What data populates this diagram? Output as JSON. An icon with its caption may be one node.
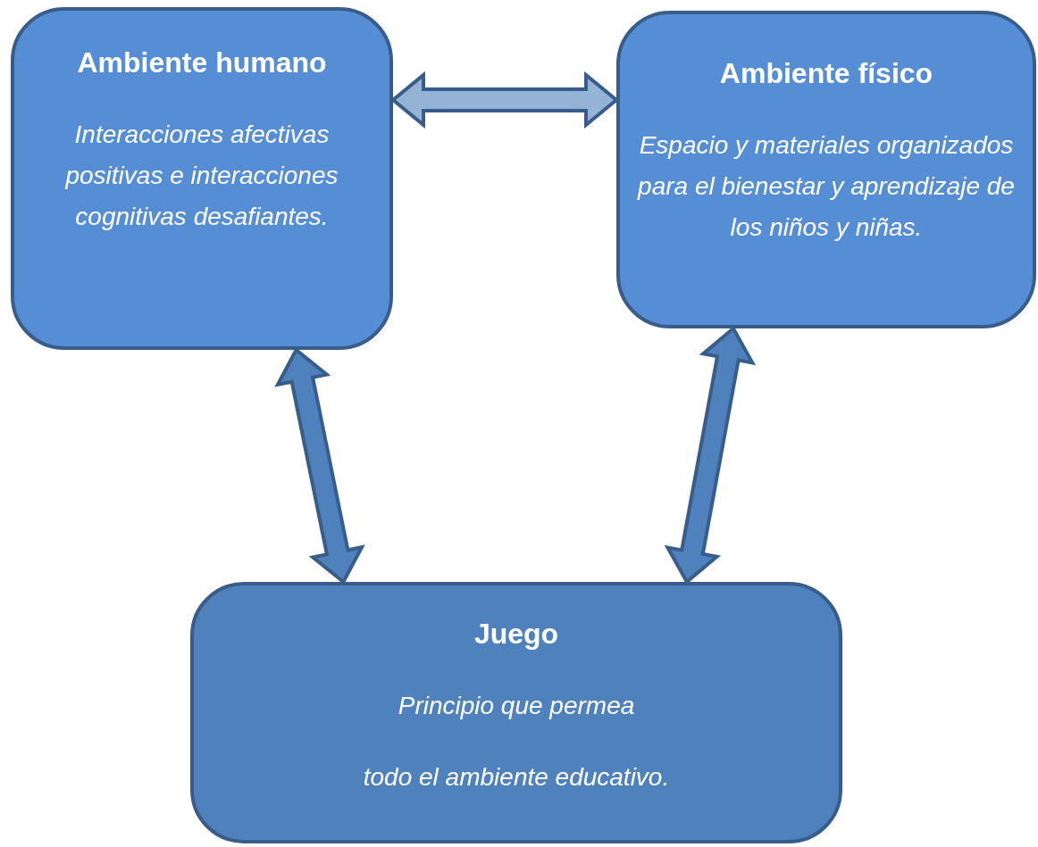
{
  "diagram": {
    "nodes": [
      {
        "text": [
          "Ambiente humano",
          "Interacciones afectivas positivas e interacciones cognitivas desafiantes."
        ]
      },
      {
        "text": [
          "Ambiente físico",
          "Espacio y materiales organizados para el bienestar y aprendizaje de los niños y niñas."
        ]
      },
      {
        "text": [
          "Juego",
          "Principio que permea",
          "todo el ambiente educativo."
        ]
      }
    ],
    "edges": [
      {
        "from": 0,
        "to": 1,
        "arrow": "both",
        "color": "#95b3d7"
      },
      {
        "from": 0,
        "to": 2,
        "arrow": "both"
      },
      {
        "from": 1,
        "to": 2,
        "arrow": "both"
      }
    ]
  }
}
